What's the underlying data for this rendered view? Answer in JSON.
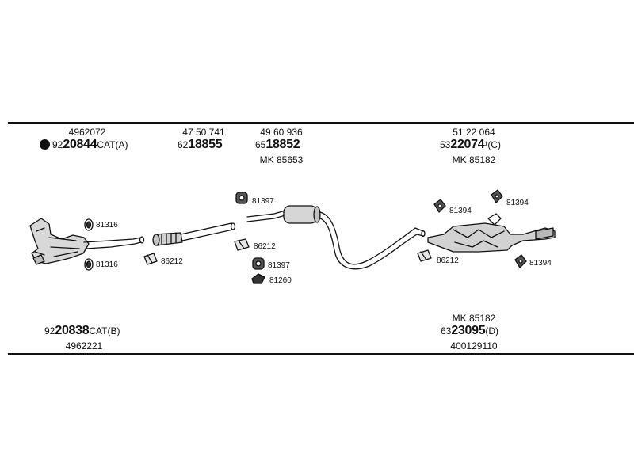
{
  "diagram": {
    "top_parts": [
      {
        "oe": "4962072",
        "prefix": "92",
        "code": "20844",
        "suffix": "CAT(A)",
        "kit": "",
        "dot": true
      },
      {
        "oe": "47 50 741",
        "prefix": "62",
        "code": "18855",
        "suffix": "",
        "kit": "",
        "dot": false
      },
      {
        "oe": "49 60 936",
        "prefix": "65",
        "code": "18852",
        "suffix": "",
        "kit": "MK 85653",
        "dot": false
      },
      {
        "oe": "51 22 064",
        "prefix": "53",
        "code": "22074",
        "suffix": "¹(C)",
        "kit": "MK 85182",
        "dot": false
      }
    ],
    "bottom_parts": [
      {
        "prefix": "92",
        "code": "20838",
        "suffix": "CAT(B)",
        "oe": "4962221",
        "kit": ""
      },
      {
        "prefix": "63",
        "code": "23095",
        "suffix": "(D)",
        "oe": "400129110",
        "kit": "MK 85182"
      }
    ],
    "mount_labels": {
      "cat_clamp_top": "81316",
      "cat_clamp_bottom": "81316",
      "front_gasket": "86212",
      "mid_rubber_top": "81397",
      "mid_clamp": "86212",
      "mid_rubber_bottom": "81397",
      "mid_strap": "81260",
      "rear_rubber_left": "81394",
      "rear_rubber_right": "81394",
      "rear_gasket": "86212",
      "rear_rubber_bottom": "81394"
    }
  }
}
